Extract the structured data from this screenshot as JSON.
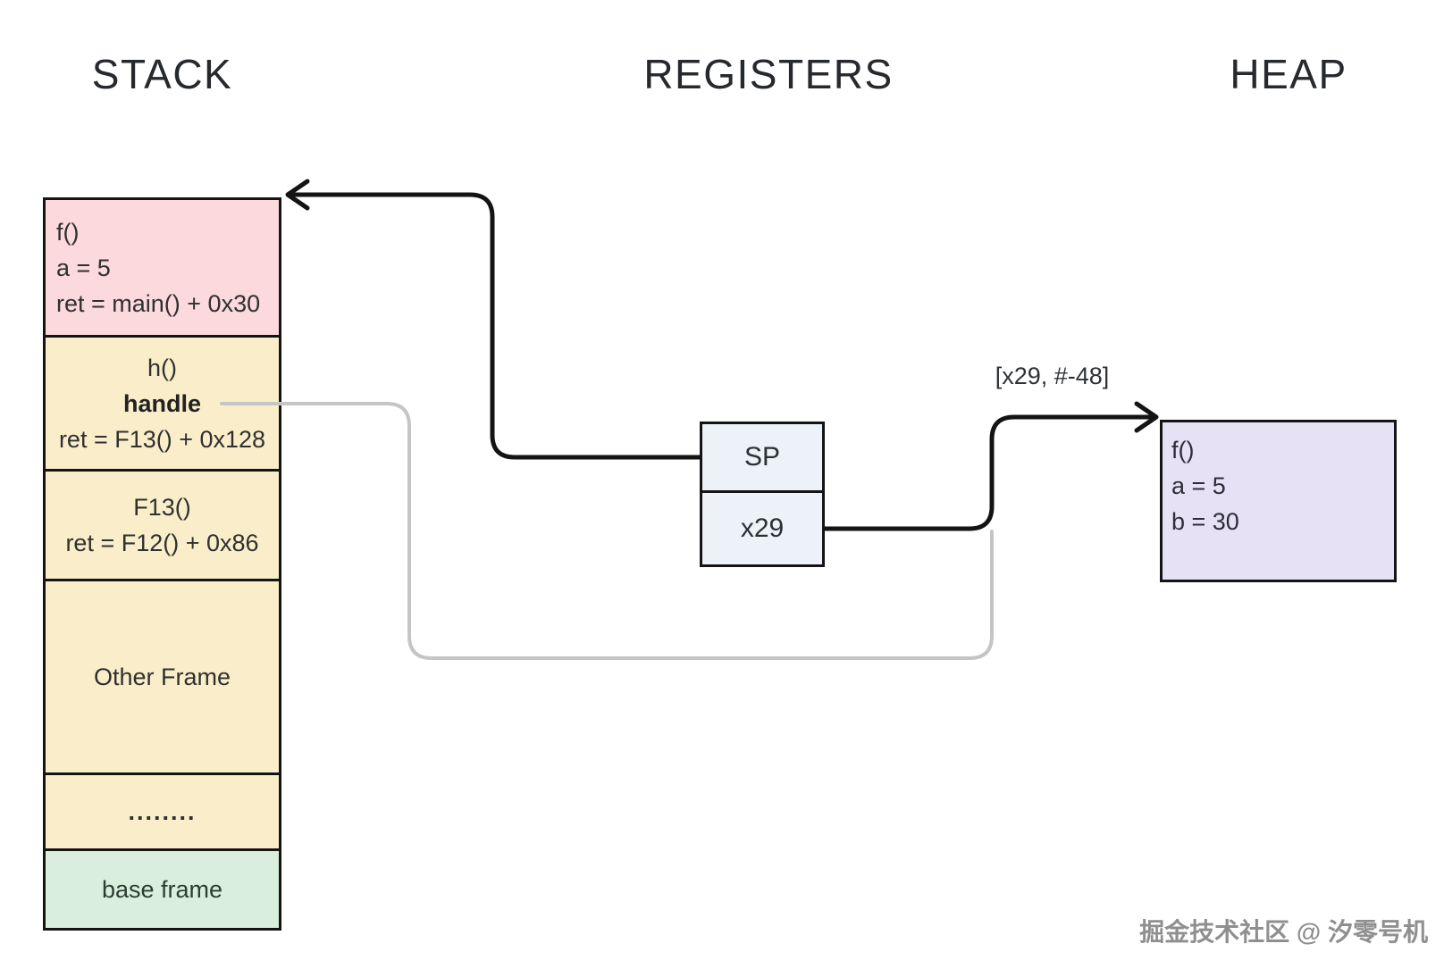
{
  "headers": {
    "stack": "STACK",
    "registers": "REGISTERS",
    "heap": "HEAP"
  },
  "stack": {
    "frames": [
      {
        "id": "f",
        "align": "left",
        "color": "#fbd9dd",
        "lines": [
          "f()",
          "a = 5",
          "ret = main() + 0x30"
        ]
      },
      {
        "id": "h",
        "align": "center",
        "color": "#faeeca",
        "lines": [
          "h()",
          "handle",
          "ret = F13() + 0x128"
        ],
        "bold_line_index": 1
      },
      {
        "id": "F13",
        "align": "center",
        "color": "#faeeca",
        "lines": [
          "F13()",
          "ret = F12() + 0x86"
        ]
      },
      {
        "id": "other",
        "align": "center",
        "color": "#faeeca",
        "lines": [
          "Other Frame"
        ]
      },
      {
        "id": "dots",
        "align": "center",
        "color": "#faeeca",
        "lines": [
          "........"
        ]
      },
      {
        "id": "base",
        "align": "center",
        "color": "#d9eedd",
        "lines": [
          "base frame"
        ]
      }
    ]
  },
  "registers": {
    "cells": [
      {
        "label": "SP"
      },
      {
        "label": "x29"
      }
    ]
  },
  "heap": {
    "lines": [
      "f()",
      "a = 5",
      "b = 30"
    ]
  },
  "annotations": {
    "mem_operand": "[x29, #-48]"
  },
  "watermark": "掘金技术社区 @ 汐零号机",
  "colors": {
    "frame_pink": "#fbd9dd",
    "frame_yellow": "#faeeca",
    "frame_green": "#d9eedd",
    "register_fill": "#edf1f8",
    "heap_fill": "#e6e1f5",
    "border": "#141414",
    "pointer_line_grey": "#c5c5c5",
    "arrow_black": "#141414"
  }
}
